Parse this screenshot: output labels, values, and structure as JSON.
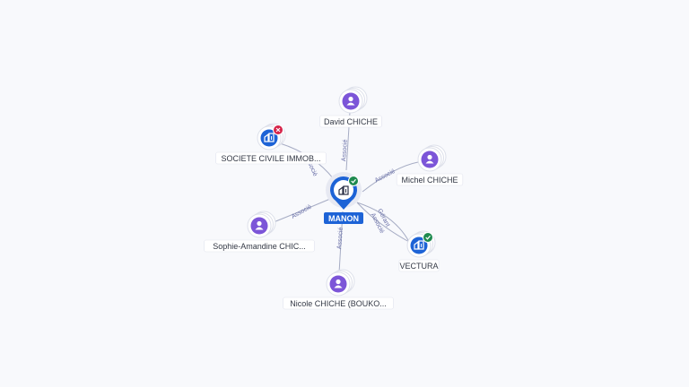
{
  "colors": {
    "person": "#7c55d8",
    "company": "#1d63d6",
    "active_badge": "#1e8a4f",
    "closed_badge": "#d6244a"
  },
  "center": {
    "label": "MANON",
    "icon": "building-icon",
    "status": "active"
  },
  "nodes": [
    {
      "id": "david",
      "label": "David CHICHE",
      "kind": "person",
      "icon": "person-icon"
    },
    {
      "id": "sci",
      "label": "SOCIETE CIVILE IMMOB...",
      "kind": "company",
      "icon": "building-icon",
      "badge": "closed"
    },
    {
      "id": "michel",
      "label": "Michel CHICHE",
      "kind": "person",
      "icon": "person-icon"
    },
    {
      "id": "sophie",
      "label": "Sophie-Amandine CHIC...",
      "kind": "person",
      "icon": "person-icon"
    },
    {
      "id": "vectura",
      "label": "VECTURA",
      "kind": "company",
      "icon": "building-icon",
      "badge": "active"
    },
    {
      "id": "nicole",
      "label": "Nicole CHICHE (BOUKO...",
      "kind": "person",
      "icon": "person-icon"
    }
  ],
  "edges": [
    {
      "target": "david",
      "labels": [
        "Associé"
      ]
    },
    {
      "target": "sci",
      "labels": [
        "Associé"
      ]
    },
    {
      "target": "michel",
      "labels": [
        "Associé"
      ]
    },
    {
      "target": "sophie",
      "labels": [
        "Associé"
      ]
    },
    {
      "target": "vectura",
      "labels": [
        "Gérant",
        "Associé"
      ]
    },
    {
      "target": "nicole",
      "labels": [
        "Associé"
      ]
    }
  ]
}
